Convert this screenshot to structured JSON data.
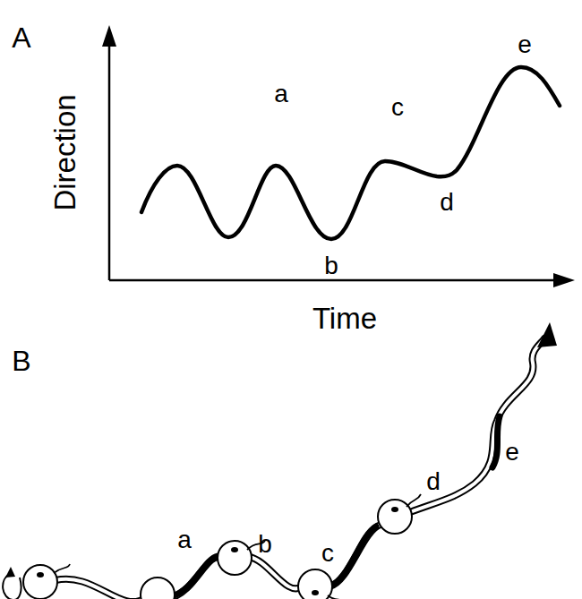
{
  "diagram": {
    "labels": [
      "A",
      "Direction",
      "a",
      "c",
      "b",
      "d",
      "e",
      "Time",
      "B",
      "a",
      "b",
      "c",
      "d",
      "e"
    ]
  }
}
